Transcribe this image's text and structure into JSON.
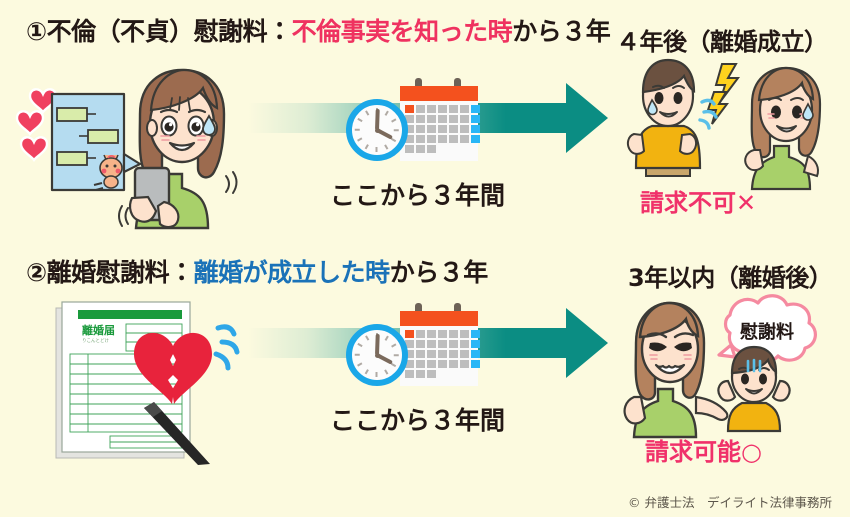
{
  "page": {
    "background_color": "#fcfadf",
    "footer": "© 弁護士法　デイライト法律事務所"
  },
  "colors": {
    "text": "#231815",
    "highlight_red": "#ef3260",
    "highlight_blue": "#1a72b8",
    "verdict_pink": "#f0316a",
    "arrow_teal": "#0b8d83",
    "calendar_orange": "#f4511e",
    "calendar_blue": "#29b6f6",
    "clock_ring_blue": "#1aa7e8"
  },
  "rows": [
    {
      "id": "row-1",
      "heading": {
        "prefix": "①不倫（不貞）慰謝料：",
        "highlight": "不倫事実を知った時",
        "suffix": "から３年",
        "highlight_color": "red"
      },
      "side_heading": "４年後（離婚成立）",
      "timeline_caption": "ここから３年間",
      "verdict": "請求不可✕",
      "left_illustration": "woman-with-smartphone-chat-hearts",
      "right_illustration": "couple-arguing-lightning"
    },
    {
      "id": "row-2",
      "heading": {
        "prefix": "②離婚慰謝料：",
        "highlight": "離婚が成立した時",
        "suffix": "から３年",
        "highlight_color": "blue"
      },
      "side_heading": "3年以内（離婚後）",
      "timeline_caption": "ここから３年間",
      "verdict": "請求可能○",
      "left_illustration": "divorce-form-broken-heart-pen",
      "right_illustration": "woman-demanding-compensation",
      "document_label": "離婚届",
      "speech_bubble": "慰謝料"
    }
  ]
}
